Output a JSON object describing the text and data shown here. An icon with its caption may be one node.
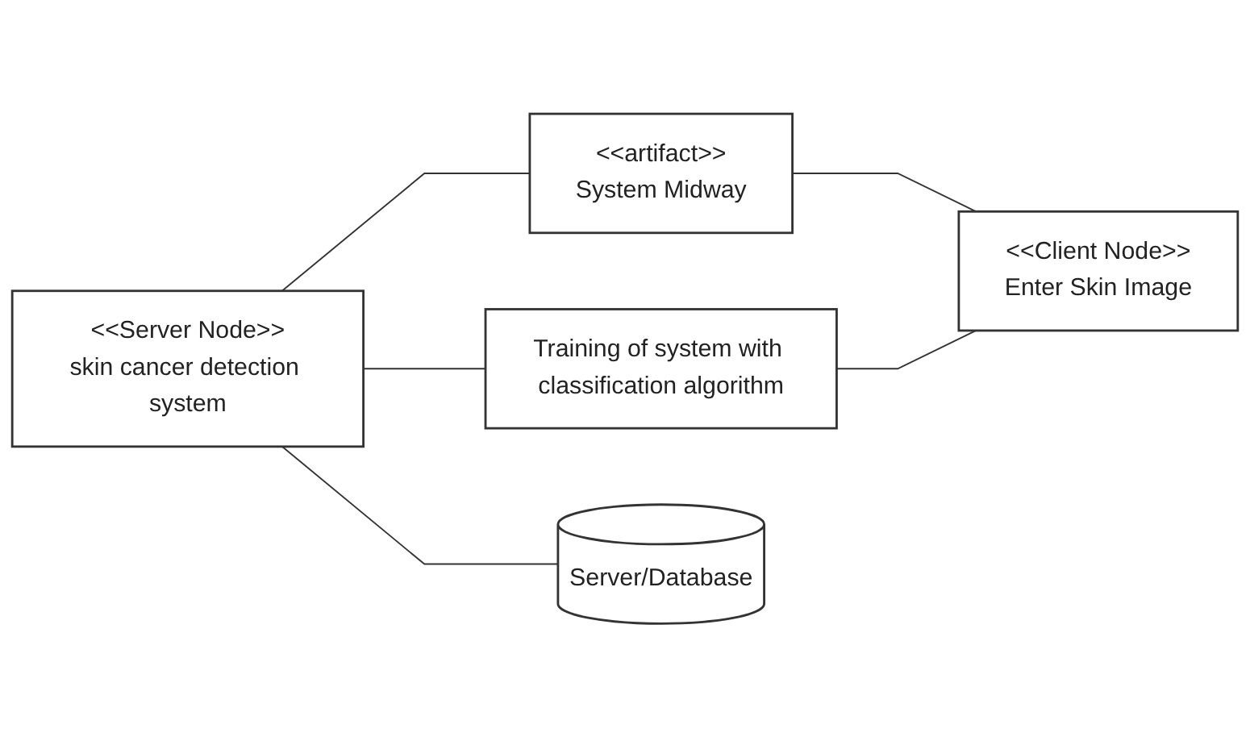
{
  "diagram": {
    "nodes": [
      {
        "text": [
          "<<Server Node>>",
          "skin cancer detection system"
        ]
      },
      {
        "text": [
          "<<artifact>>",
          "System Midway"
        ]
      },
      {
        "text": [
          "Training of system with classification algorithm"
        ]
      },
      {
        "text": [
          "<<Client Node>>",
          "Enter Skin Image"
        ]
      },
      {
        "text": [
          "Server/Database"
        ]
      }
    ],
    "edges": [
      {
        "from": 0,
        "to": 1,
        "arrow": "none"
      },
      {
        "from": 0,
        "to": 2,
        "arrow": "none"
      },
      {
        "from": 1,
        "to": 3,
        "arrow": "none"
      },
      {
        "from": 2,
        "to": 3,
        "arrow": "none"
      },
      {
        "from": 0,
        "to": 4,
        "arrow": "none"
      }
    ]
  }
}
